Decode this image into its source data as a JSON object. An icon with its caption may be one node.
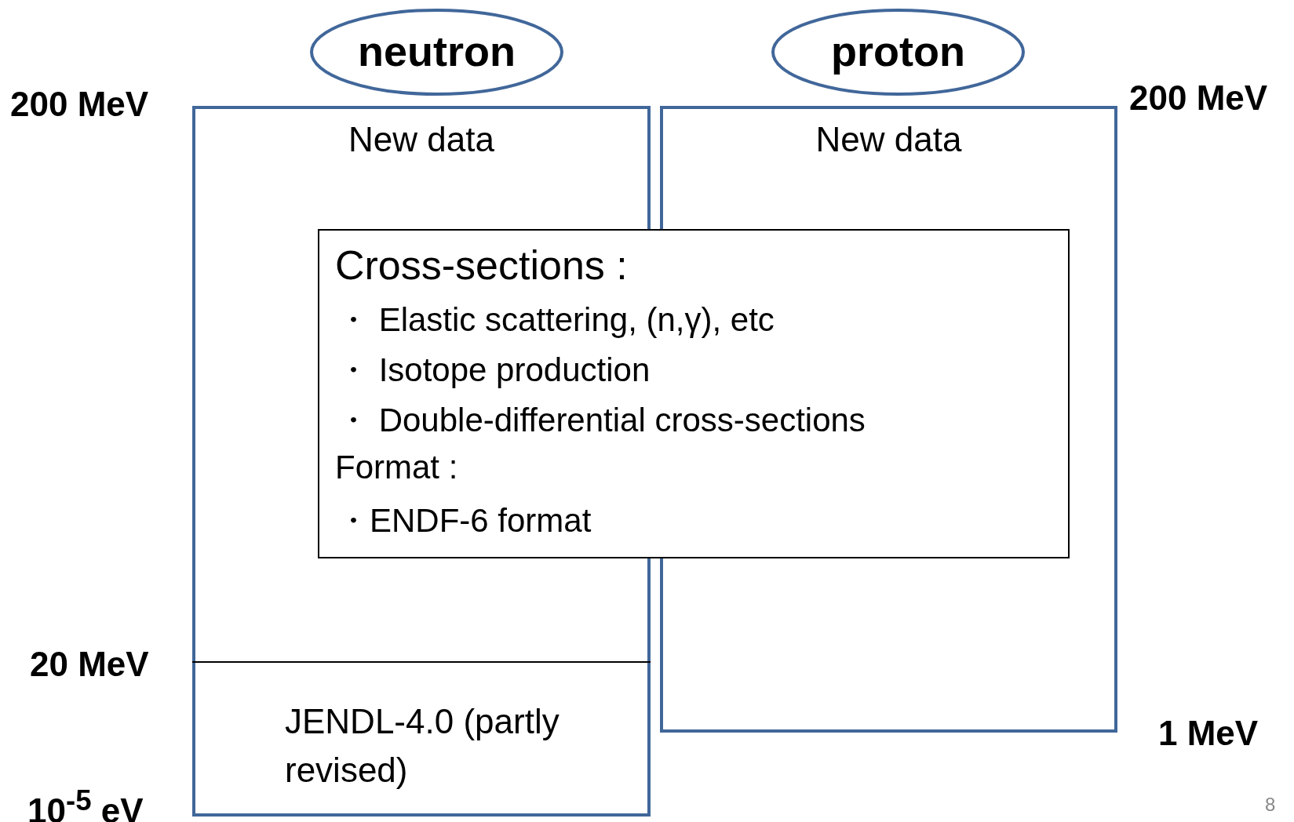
{
  "diagram": {
    "nodes": [
      {
        "text": [
          "neutron"
        ]
      },
      {
        "text": [
          "proton"
        ]
      },
      {
        "text": [
          "New data"
        ]
      },
      {
        "text": [
          "JENDL-4.0 (partly revised)"
        ],
        "in": 2
      },
      {
        "text": [
          "New data"
        ]
      },
      {
        "text": [
          "Cross-sections :",
          "・ Elastic scattering, (n,γ), etc",
          "・ Isotope production",
          "・ Double-differential cross-sections",
          "Format :",
          "・ENDF-6 format"
        ]
      }
    ],
    "labels": [
      "200 MeV",
      "200 MeV",
      "20 MeV",
      "1 MeV",
      "10$^{-5}$ eV",
      "8"
    ]
  }
}
